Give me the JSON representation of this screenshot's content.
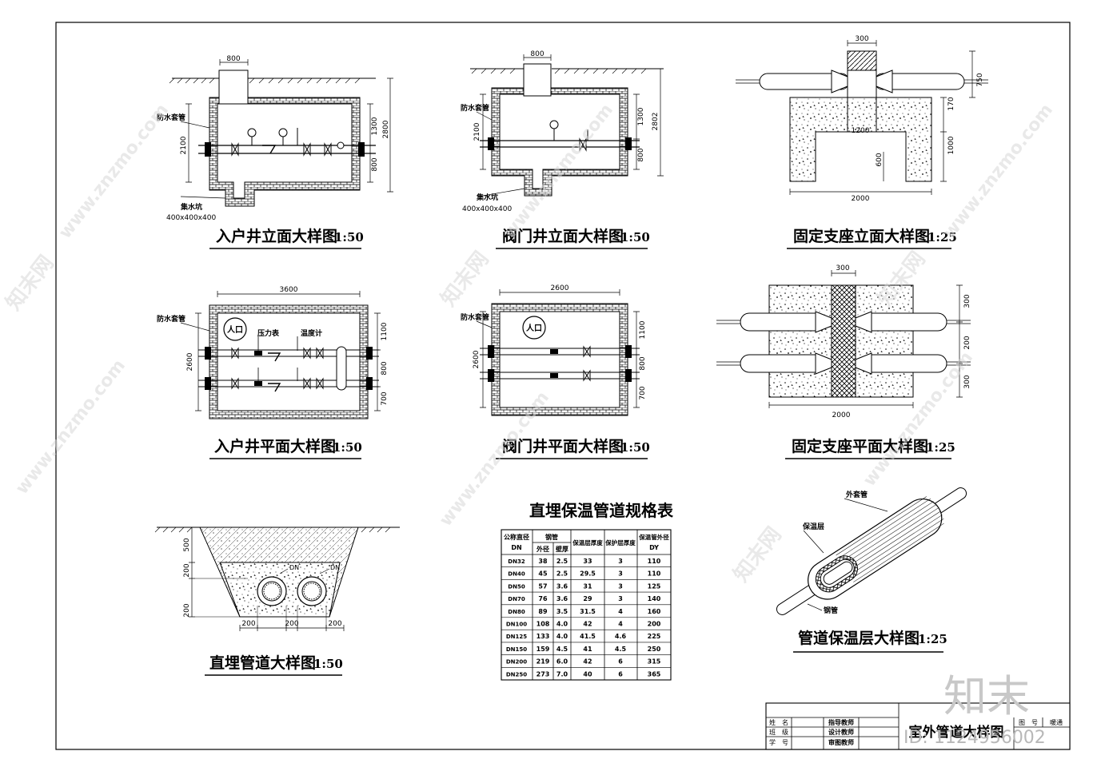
{
  "titles": {
    "entry_elev": "入户井立面大样图",
    "entry_elev_scale": "1:50",
    "valve_elev": "阀门井立面大样图",
    "valve_elev_scale": "1:50",
    "support_elev": "固定支座立面大样图",
    "support_elev_scale": "1:25",
    "entry_plan": "入户井平面大样图",
    "entry_plan_scale": "1:50",
    "valve_plan": "阀门井平面大样图",
    "valve_plan_scale": "1:50",
    "support_plan": "固定支座平面大样图",
    "support_plan_scale": "1:25",
    "buried": "直埋管道大样图",
    "buried_scale": "1:50",
    "insul": "管道保温层大样图",
    "insul_scale": "1:25",
    "table_title": "直埋保温管道规格表"
  },
  "labels": {
    "waterproof_casing": "防水套管",
    "sump": "集水坑",
    "sump_size": "400x400x400",
    "manhole": "人口",
    "pressure_gauge": "压力表",
    "thermometer": "温度计",
    "outer_casing": "外套管",
    "insulation_layer": "保温层",
    "steel_pipe": "钢管"
  },
  "dims": {
    "entry_elev": {
      "top": "800",
      "height_left": "2100",
      "r1": "1300",
      "r2": "800",
      "total": "2800"
    },
    "valve_elev": {
      "top": "800",
      "height_left": "2100",
      "r1": "1300",
      "r2": "800",
      "total": "2802"
    },
    "support_elev": {
      "top": "300",
      "r_total": "750",
      "r1": "170",
      "r2": "1000",
      "inner_w": "1200",
      "inner_h": "600",
      "bottom": "2000"
    },
    "entry_plan": {
      "top": "3600",
      "left": "2600",
      "r1": "1100",
      "r2": "800",
      "r3": "700"
    },
    "valve_plan": {
      "top": "2600",
      "left": "2600",
      "r1": "1100",
      "r2": "800",
      "r3": "700"
    },
    "support_plan": {
      "top": "300",
      "r1": "300",
      "r2": "200",
      "r3": "300",
      "bottom": "2000"
    },
    "buried": {
      "l1": "500",
      "l2": "200",
      "l3": "200",
      "b1": "200",
      "b2": "200",
      "b3": "200",
      "p1": "DN",
      "p2": "DN"
    }
  },
  "table": {
    "headers": {
      "dn": "公称直径",
      "dn_unit": "DN",
      "steel": "钢管",
      "od": "外径",
      "wall": "壁厚",
      "insul": "保温层厚度",
      "prot": "保护层厚度",
      "outer": "保温管外径",
      "outer_unit": "DY"
    },
    "rows": [
      [
        "DN32",
        "38",
        "2.5",
        "33",
        "3",
        "110"
      ],
      [
        "DN40",
        "45",
        "2.5",
        "29.5",
        "3",
        "110"
      ],
      [
        "DN50",
        "57",
        "3.6",
        "31",
        "3",
        "125"
      ],
      [
        "DN70",
        "76",
        "3.6",
        "29",
        "3",
        "140"
      ],
      [
        "DN80",
        "89",
        "3.5",
        "31.5",
        "4",
        "160"
      ],
      [
        "DN100",
        "108",
        "4.0",
        "42",
        "4",
        "200"
      ],
      [
        "DN125",
        "133",
        "4.0",
        "41.5",
        "4.6",
        "225"
      ],
      [
        "DN150",
        "159",
        "4.5",
        "41",
        "4.5",
        "250"
      ],
      [
        "DN200",
        "219",
        "6.0",
        "42",
        "6",
        "315"
      ],
      [
        "DN250",
        "273",
        "7.0",
        "40",
        "6",
        "365"
      ]
    ]
  },
  "titleblock": {
    "r1c1": "姓　名",
    "r1c2": "指导教师",
    "r2c1": "班　级",
    "r2c2": "设计教师",
    "r3c1": "学　号",
    "r3c2": "审图教师",
    "drawing_name": "室外管道大样图",
    "dwg_no_label": "图　号",
    "dwg_type": "暖通"
  },
  "watermark": {
    "brand": "知末",
    "id": "ID: 1124956002",
    "site": "www.znzmo.com",
    "site_cn": "知末网"
  }
}
